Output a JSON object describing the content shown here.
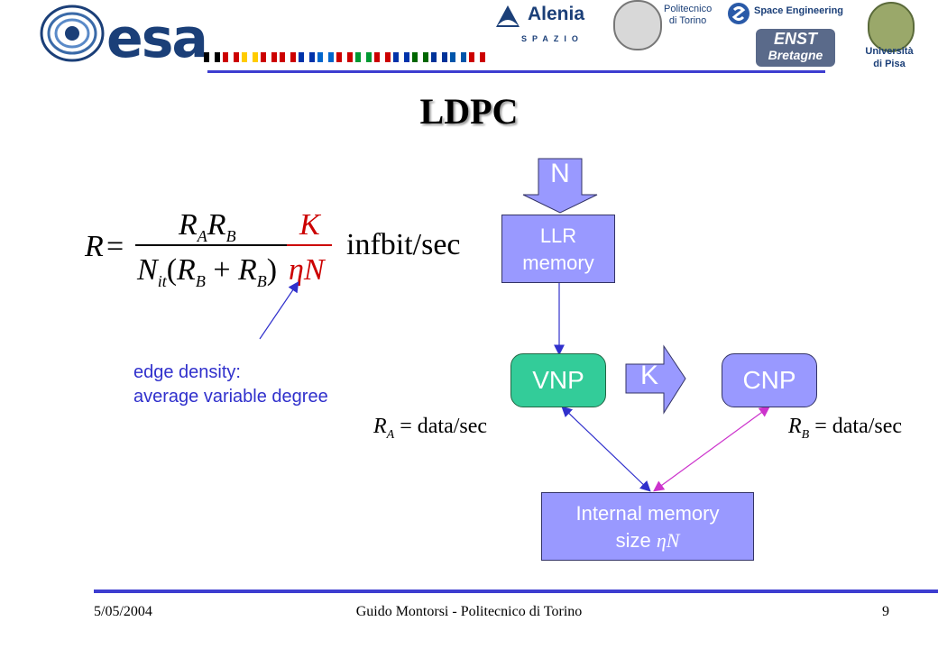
{
  "header": {
    "esa_logo_text": "esa",
    "alenia_name": "Alenia",
    "alenia_sub": "SPAZIO",
    "polito_line1": "Politecnico",
    "polito_line2": "di Torino",
    "space_engineering": "Space Engineering",
    "enst_line1": "ENST",
    "enst_line2": "Bretagne",
    "pisa_line1": "Università",
    "pisa_line2": "di Pisa",
    "flag_colors": [
      "#000000",
      "#cc0000",
      "#ffcc00",
      "#cc0000",
      "#cc0000",
      "#0033aa",
      "#0066cc",
      "#cc0000",
      "#009933",
      "#cc0000",
      "#0033aa",
      "#006600",
      "#003399",
      "#0055aa",
      "#cc0000"
    ]
  },
  "slide": {
    "title": "LDPC",
    "formula": {
      "lhs": "R",
      "num": "R_A R_B",
      "den": "N_it (R_B + R_B)",
      "frac2_num": "K",
      "frac2_den": "ηN",
      "unit": "infbit/sec"
    },
    "annotation_line1": "edge density:",
    "annotation_line2": "average variable degree",
    "ra_label": "R_A = data/sec",
    "rb_label": "R_B = data/sec"
  },
  "diagram": {
    "n_arrow_label": "N",
    "llr_line1": "LLR",
    "llr_line2": "memory",
    "vnp_label": "VNP",
    "k_arrow_label": "K",
    "cnp_label": "CNP",
    "mem_line1": "Internal memory",
    "mem_line2_text": "size",
    "mem_line2_math": "ηN",
    "colors": {
      "box": "#9999ff",
      "vnp": "#33cc99",
      "line_blue": "#3030cc",
      "line_magenta": "#cc33cc"
    }
  },
  "footer": {
    "date": "5/05/2004",
    "author": "Guido Montorsi - Politecnico di Torino",
    "page": "9"
  }
}
